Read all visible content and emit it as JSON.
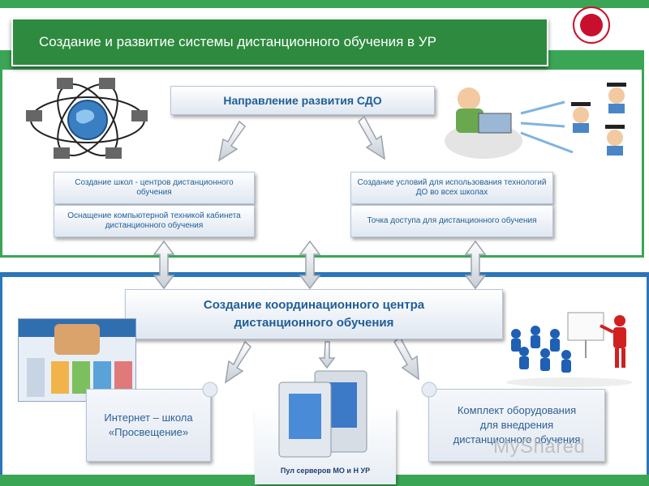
{
  "title": "Создание и развитие системы дистанционного обучения в УР",
  "direction": "Направление развития СДО",
  "left_boxes": [
    "Создание школ - центров дистанционного обучения",
    "Оснащение компьютерной техникой кабинета дистанционного обучения"
  ],
  "right_boxes": [
    "Создание условий для использования технологий ДО во всех  школах",
    "Точка доступа для дистанционного обучения"
  ],
  "coord_center": [
    "Создание координационного центра",
    "дистанционного обучения"
  ],
  "bottom_left": [
    "Интернет – школа",
    "«Просвещение»"
  ],
  "servers_label": "Пул серверов МО и Н УР",
  "bottom_right": [
    "Комплект оборудования",
    "для внедрения",
    "дистанционного обучения"
  ],
  "watermark": "MyShared",
  "colors": {
    "green": "#3aa655",
    "title_green": "#2e8a3f",
    "blue_frame": "#2a76b8",
    "box_text": "#1f5e97"
  }
}
